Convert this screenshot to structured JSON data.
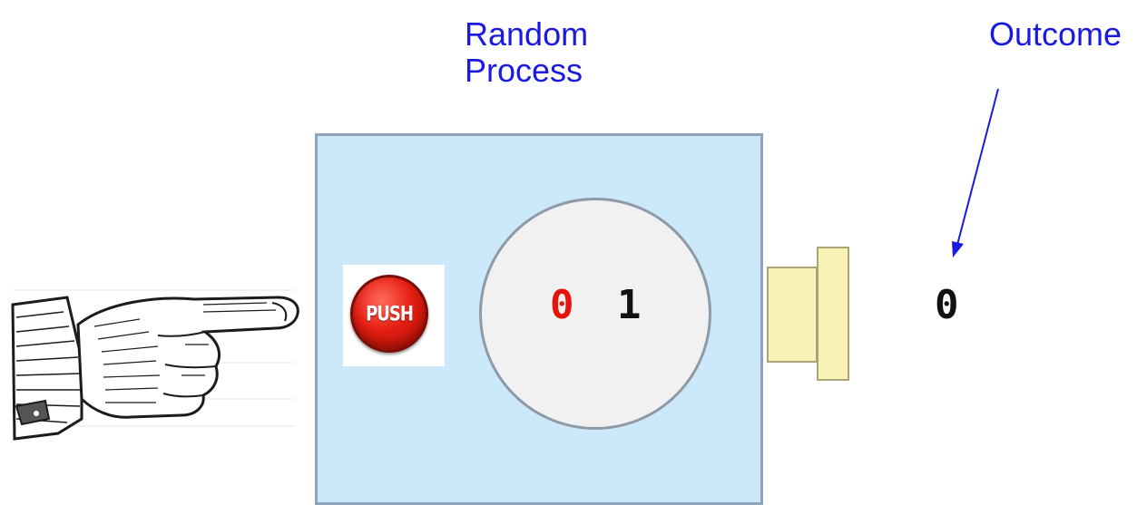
{
  "labels": {
    "random_process": "Random\nProcess",
    "outcome": "Outcome"
  },
  "button": {
    "label": "PUSH"
  },
  "wheel": {
    "digit_a": "0",
    "digit_b": "1"
  },
  "result": {
    "value": "0"
  },
  "colors": {
    "label_blue": "#1a1adf",
    "box_fill": "#cce9fb",
    "wheel_fill": "#f1f1f1",
    "digit_red": "#e8140c",
    "outlet_fill": "#f9f3b5"
  },
  "icons": [
    "pointing-hand-icon",
    "push-button-icon",
    "outcome-arrow-icon"
  ]
}
